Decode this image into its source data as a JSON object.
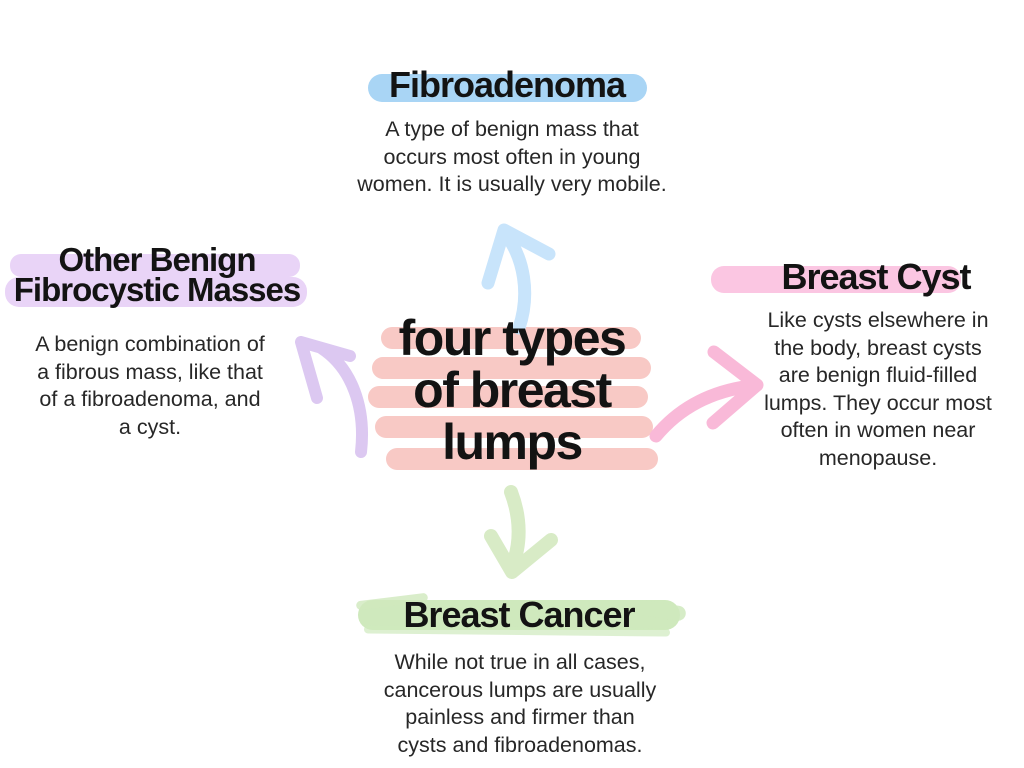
{
  "page": {
    "kind": "mind-map infographic",
    "background_color": "#ffffff"
  },
  "center": {
    "title": "four types of breast lumps",
    "title_lines": [
      "four types",
      "of breast",
      "lumps"
    ],
    "scribble_color": "#f8c9c5"
  },
  "branches": {
    "top": {
      "id": "fibroadenoma",
      "heading": "Fibroadenoma",
      "body_lines": [
        "A type of benign mass that",
        "occurs most often in young",
        "women. It is usually very mobile."
      ],
      "highlight_color": "#a9d5f5",
      "arrow_color": "#c8e4fb",
      "arrow_direction": "up"
    },
    "right": {
      "id": "breast-cyst",
      "heading": "Breast Cyst",
      "body_lines": [
        "Like cysts elsewhere in",
        "the body, breast cysts",
        "are benign fluid-filled",
        "lumps. They occur most",
        "often in women near",
        "menopause."
      ],
      "highlight_color": "#fbc6e2",
      "arrow_color": "#f9b9d8",
      "arrow_direction": "right"
    },
    "bottom": {
      "id": "breast-cancer",
      "heading": "Breast Cancer",
      "body_lines": [
        "While not true in all cases,",
        "cancerous lumps are usually",
        "painless and firmer than",
        "cysts and fibroadenomas."
      ],
      "highlight_color": "#cfe9bd",
      "arrow_color": "#d8ebc6",
      "arrow_direction": "down"
    },
    "left": {
      "id": "other-benign-fibrocystic-masses",
      "heading": "Other Benign Fibrocystic Masses",
      "heading_lines": [
        "Other Benign",
        "Fibrocystic Masses"
      ],
      "body_lines": [
        "A benign combination of",
        "a fibrous mass, like that",
        "of a fibroadenoma, and",
        "a cyst."
      ],
      "highlight_color": "#e9d4f7",
      "arrow_color": "#dcc8f1",
      "arrow_direction": "up-left"
    }
  },
  "colors": {
    "heading_text": "#131313",
    "body_text": "#272727"
  }
}
